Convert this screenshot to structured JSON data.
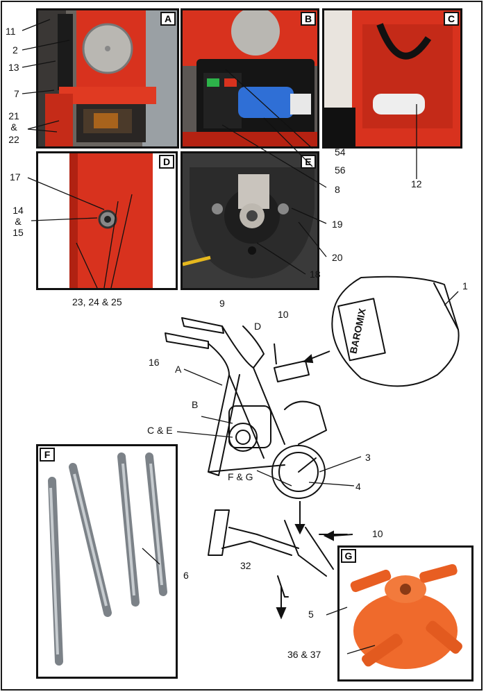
{
  "panels": {
    "A": {
      "tag": "A"
    },
    "B": {
      "tag": "B"
    },
    "C": {
      "tag": "C"
    },
    "D": {
      "tag": "D"
    },
    "E": {
      "tag": "E"
    },
    "F": {
      "tag": "F"
    },
    "G": {
      "tag": "G"
    }
  },
  "callouts": {
    "p11": "11",
    "p2": "2",
    "p13": "13",
    "p7": "7",
    "p21": "21",
    "p21amp": "&",
    "p22": "22",
    "p54": "54",
    "p56": "56",
    "p8": "8",
    "p12": "12",
    "p17": "17",
    "p14": "14",
    "p14amp": "&",
    "p15": "15",
    "p23": "23, 24 & 25",
    "p19": "19",
    "p20": "20",
    "p18": "18",
    "p1": "1",
    "p9": "9",
    "p10a": "10",
    "p16": "16",
    "pD": "D",
    "pA": "A",
    "pB": "B",
    "pCE": "C & E",
    "p3": "3",
    "pFG": "F & G",
    "p4": "4",
    "p10b": "10",
    "p32": "32",
    "p6": "6",
    "p5": "5",
    "p3637": "36 & 37"
  },
  "drum_brand": "BAROMIX",
  "colors": {
    "frame_red": "#d8321e",
    "dark_red": "#a41d10",
    "blue_plug": "#2f6fd6",
    "orange_paddle": "#ef6a2c",
    "black": "#151515"
  }
}
